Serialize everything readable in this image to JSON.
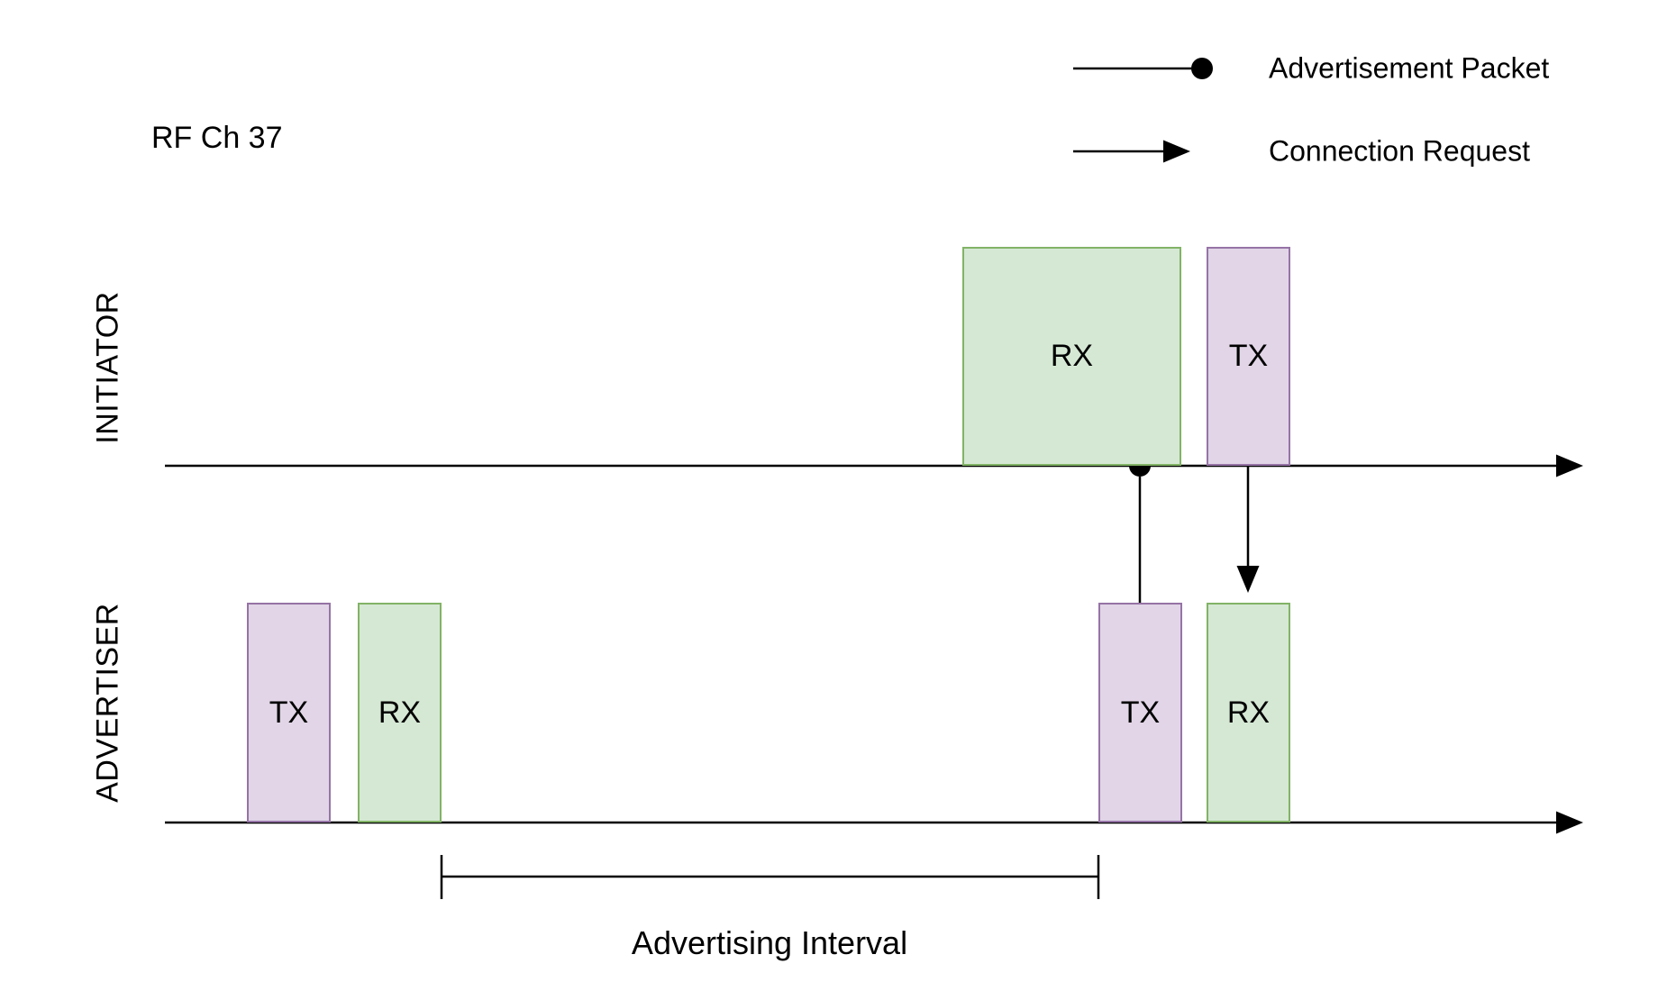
{
  "title": "RF Ch 37",
  "colors": {
    "rx_fill": "#d5e8d4",
    "rx_border": "#82b366",
    "tx_fill": "#e1d5e7",
    "tx_border": "#9673a6",
    "line": "#000000",
    "background": "#ffffff"
  },
  "legend": {
    "items": [
      {
        "symbol": "line-with-dot",
        "label": "Advertisement Packet"
      },
      {
        "symbol": "arrow",
        "label": "Connection Request"
      }
    ]
  },
  "lanes": {
    "initiator": {
      "label": "INITIATOR",
      "boxes": [
        {
          "label": "RX",
          "type": "rx"
        },
        {
          "label": "TX",
          "type": "tx"
        }
      ]
    },
    "advertiser": {
      "label": "ADVERTISER",
      "boxes": [
        {
          "label": "TX",
          "type": "tx"
        },
        {
          "label": "RX",
          "type": "rx"
        },
        {
          "label": "TX",
          "type": "tx"
        },
        {
          "label": "RX",
          "type": "rx"
        }
      ]
    }
  },
  "annotations": {
    "advertising_interval": "Advertising Interval"
  }
}
